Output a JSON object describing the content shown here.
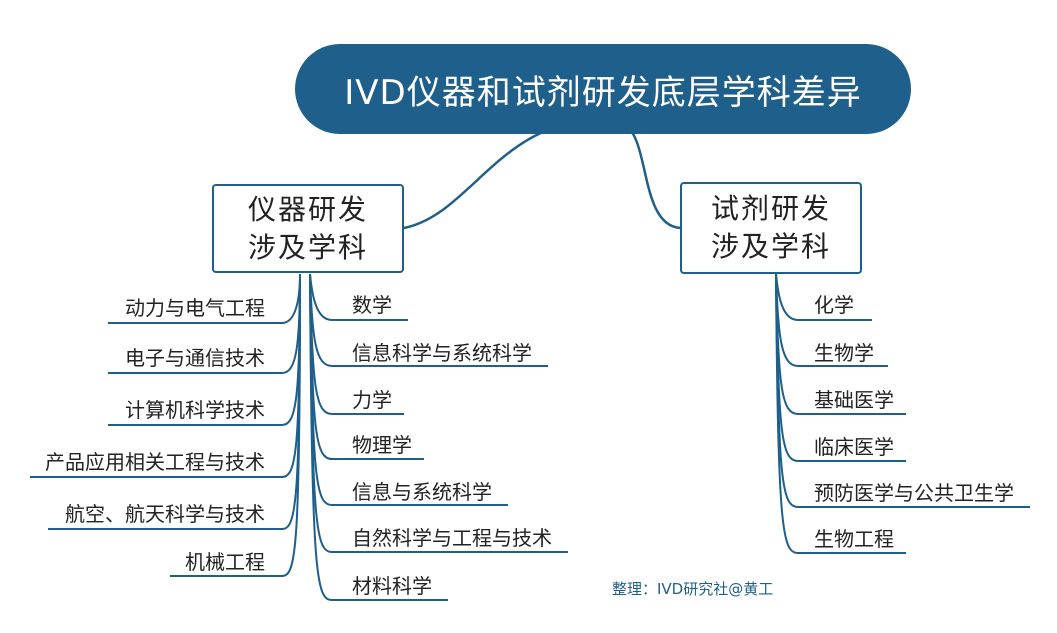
{
  "root": {
    "title": "IVD仪器和试剂研发底层学科差异"
  },
  "instrument": {
    "title_line1": "仪器研发",
    "title_line2": "涉及学科",
    "left_items": [
      "动力与电气工程",
      "电子与通信技术",
      "计算机科学技术",
      "产品应用相关工程与技术",
      "航空、航天科学与技术",
      "机械工程"
    ],
    "right_items": [
      "数学",
      "信息科学与系统科学",
      "力学",
      "物理学",
      "信息与系统科学",
      "自然科学与工程与技术",
      "材料科学"
    ]
  },
  "reagent": {
    "title_line1": "试剂研发",
    "title_line2": "涉及学科",
    "items": [
      "化学",
      "生物学",
      "基础医学",
      "临床医学",
      "预防医学与公共卫生学",
      "生物工程"
    ]
  },
  "credit": "整理：IVD研究社@黄工",
  "colors": {
    "primary": "#1f5f8b",
    "text": "#222222"
  }
}
